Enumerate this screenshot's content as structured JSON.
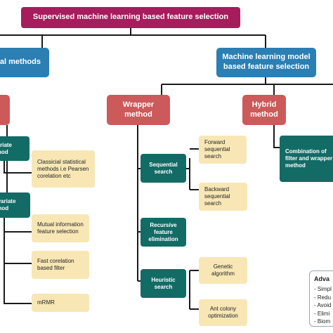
{
  "title": "Supervised machine learning based feature selection",
  "statistical": {
    "label": "al methods"
  },
  "ml_model": {
    "label": "Machine learning model based feature selection"
  },
  "filter_partial": {
    "label": ""
  },
  "wrapper": {
    "label": "Wrapper method"
  },
  "hybrid": {
    "label": "Hybrid method"
  },
  "univariate": {
    "label": "ivariate thod"
  },
  "multivariate": {
    "label": "ultivariate thod"
  },
  "classical": {
    "label": "Classicial statistical methods i.e Pearsen corelation etc"
  },
  "mutual_info": {
    "label": "Mutual information feature selection"
  },
  "fast_corr": {
    "label": "Fast corelation based filter"
  },
  "mrmr": {
    "label": "mRMR"
  },
  "sequential": {
    "label": "Sequential search"
  },
  "forward": {
    "label": "Forward sequential search"
  },
  "backward": {
    "label": "Backward sequential search"
  },
  "recursive": {
    "label": "Recursive feature elimination"
  },
  "heuristic": {
    "label": "Heuristic search"
  },
  "genetic": {
    "label": "Genetic algorithm"
  },
  "ant": {
    "label": "Ant colony optimization"
  },
  "combination": {
    "label": "Combination of filter and wrapper method"
  },
  "advantages": {
    "title": "Adva",
    "items": [
      "- Simpl",
      "- Redu",
      "- Avoid",
      "- Elimi",
      "- Biom"
    ]
  },
  "colors": {
    "title": "#a61c5c",
    "blue": "#2b7fb3",
    "red": "#cc5a5a",
    "teal": "#136b66",
    "tan": "#f8e7b5",
    "connector": "#1a1a1a"
  }
}
